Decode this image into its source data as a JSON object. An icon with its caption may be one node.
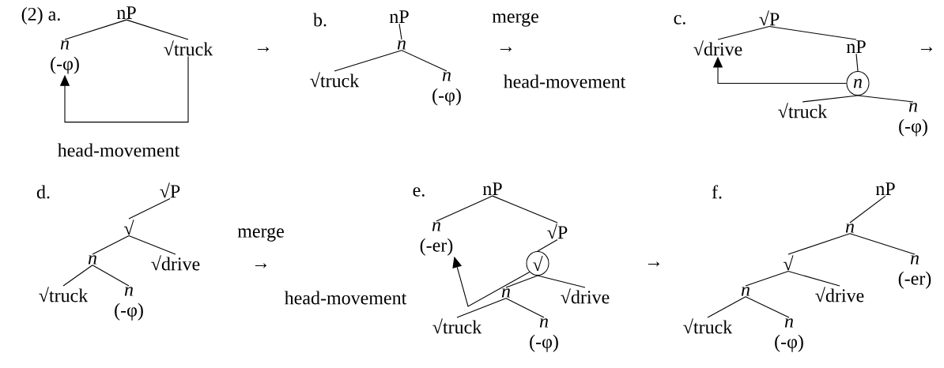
{
  "diagram": {
    "nodes": [
      {
        "text": [
          "nP"
        ]
      },
      {
        "text": [
          "n"
        ],
        "beside": [
          "(-φ)"
        ]
      },
      {
        "text": [
          "√truck"
        ]
      },
      {
        "text": [
          "nP"
        ]
      },
      {
        "text": [
          "n"
        ]
      },
      {
        "text": [
          "√truck"
        ]
      },
      {
        "text": [
          "n"
        ],
        "beside": [
          "(-φ)"
        ]
      },
      {
        "text": [
          "√P"
        ]
      },
      {
        "text": [
          "√drive"
        ]
      },
      {
        "text": [
          "nP"
        ]
      },
      {
        "text": [
          "n"
        ]
      },
      {
        "text": [
          "√truck"
        ]
      },
      {
        "text": [
          "n"
        ],
        "beside": [
          "(-φ)"
        ]
      },
      {
        "text": [
          "√P"
        ]
      },
      {
        "text": [
          "√"
        ]
      },
      {
        "text": [
          "n"
        ]
      },
      {
        "text": [
          "√drive"
        ]
      },
      {
        "text": [
          "√truck"
        ]
      },
      {
        "text": [
          "n"
        ],
        "beside": [
          "(-φ)"
        ]
      },
      {
        "text": [
          "nP"
        ]
      },
      {
        "text": [
          "n"
        ],
        "beside": [
          "(-er)"
        ]
      },
      {
        "text": [
          "√P"
        ]
      },
      {
        "text": [
          "√"
        ]
      },
      {
        "text": [
          "n"
        ]
      },
      {
        "text": [
          "√drive"
        ]
      },
      {
        "text": [
          "√truck"
        ]
      },
      {
        "text": [
          "n"
        ],
        "beside": [
          "(-φ)"
        ]
      },
      {
        "text": [
          "nP"
        ]
      },
      {
        "text": [
          "n"
        ]
      },
      {
        "text": [
          "√"
        ]
      },
      {
        "text": [
          "n"
        ],
        "beside": [
          "(-er)"
        ]
      },
      {
        "text": [
          "n"
        ]
      },
      {
        "text": [
          "√drive"
        ]
      },
      {
        "text": [
          "√truck"
        ]
      },
      {
        "text": [
          "n"
        ],
        "beside": [
          "(-φ)"
        ]
      }
    ],
    "edges": [
      {
        "from": 0,
        "to": 1,
        "arrow": "none"
      },
      {
        "from": 0,
        "to": 2,
        "arrow": "none"
      },
      {
        "from": 2,
        "to": 1,
        "arrow": "to",
        "label": "head-movement"
      },
      {
        "from": 3,
        "to": 4,
        "arrow": "none"
      },
      {
        "from": 4,
        "to": 5,
        "arrow": "none"
      },
      {
        "from": 4,
        "to": 6,
        "arrow": "none"
      },
      {
        "from": 7,
        "to": 8,
        "arrow": "none"
      },
      {
        "from": 7,
        "to": 9,
        "arrow": "none"
      },
      {
        "from": 9,
        "to": 10,
        "arrow": "none"
      },
      {
        "from": 10,
        "to": 11,
        "arrow": "none"
      },
      {
        "from": 10,
        "to": 12,
        "arrow": "none"
      },
      {
        "from": 10,
        "to": 8,
        "arrow": "to",
        "label": "head-movement"
      },
      {
        "from": 13,
        "to": 14,
        "arrow": "none"
      },
      {
        "from": 14,
        "to": 15,
        "arrow": "none"
      },
      {
        "from": 14,
        "to": 16,
        "arrow": "none"
      },
      {
        "from": 15,
        "to": 17,
        "arrow": "none"
      },
      {
        "from": 15,
        "to": 18,
        "arrow": "none"
      },
      {
        "from": 19,
        "to": 20,
        "arrow": "none"
      },
      {
        "from": 19,
        "to": 21,
        "arrow": "none"
      },
      {
        "from": 21,
        "to": 22,
        "arrow": "none"
      },
      {
        "from": 22,
        "to": 23,
        "arrow": "none"
      },
      {
        "from": 22,
        "to": 24,
        "arrow": "none"
      },
      {
        "from": 23,
        "to": 25,
        "arrow": "none"
      },
      {
        "from": 23,
        "to": 26,
        "arrow": "none"
      },
      {
        "from": 22,
        "to": 20,
        "arrow": "to",
        "label": "head-movement"
      },
      {
        "from": 27,
        "to": 28,
        "arrow": "none"
      },
      {
        "from": 28,
        "to": 29,
        "arrow": "none"
      },
      {
        "from": 28,
        "to": 30,
        "arrow": "none"
      },
      {
        "from": 29,
        "to": 31,
        "arrow": "none"
      },
      {
        "from": 29,
        "to": 32,
        "arrow": "none"
      },
      {
        "from": 31,
        "to": 33,
        "arrow": "none"
      },
      {
        "from": 31,
        "to": 34,
        "arrow": "none"
      }
    ],
    "labels": [
      "(2) a.",
      "→",
      "b.",
      "merge",
      "→",
      "c.",
      "→",
      "d.",
      "merge",
      "→",
      "e.",
      "→",
      "f."
    ]
  }
}
